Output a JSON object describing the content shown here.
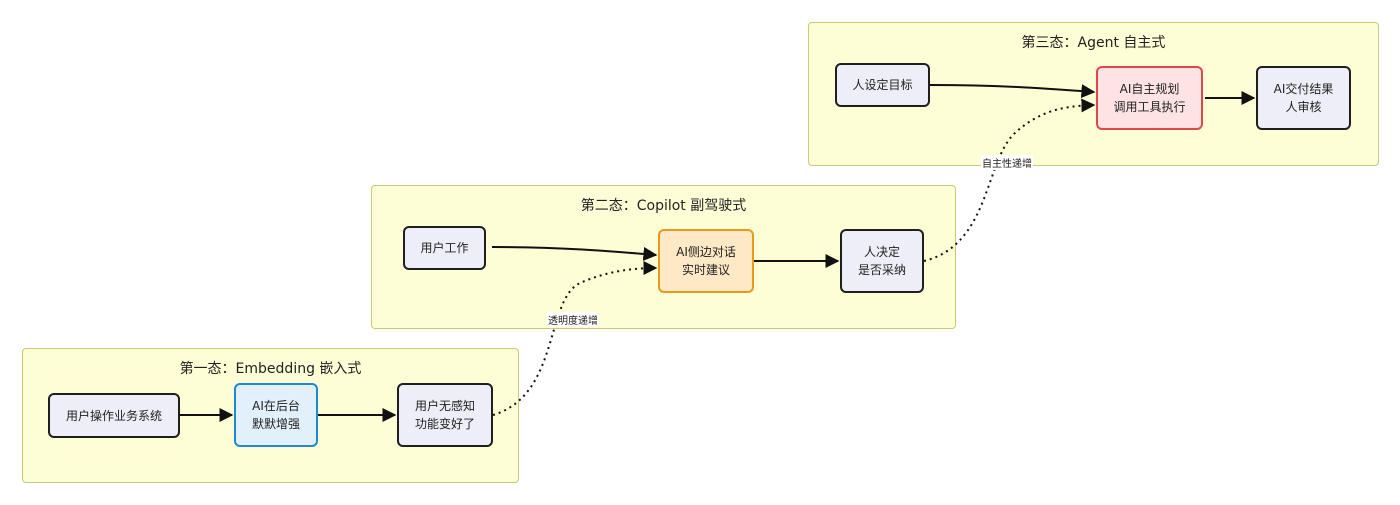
{
  "groups": {
    "g3": {
      "title": "第三态：Agent 自主式"
    },
    "g2": {
      "title": "第二态：Copilot 副驾驶式"
    },
    "g1": {
      "title": "第一态：Embedding 嵌入式"
    }
  },
  "nodes": {
    "g3_goal": {
      "lines": [
        "人设定目标"
      ]
    },
    "g3_plan": {
      "lines": [
        "AI自主规划",
        "调用工具执行"
      ]
    },
    "g3_deliver": {
      "lines": [
        "AI交付结果",
        "人审核"
      ]
    },
    "g2_work": {
      "lines": [
        "用户工作"
      ]
    },
    "g2_chat": {
      "lines": [
        "AI侧边对话",
        "实时建议"
      ]
    },
    "g2_decide": {
      "lines": [
        "人决定",
        "是否采纳"
      ]
    },
    "g1_operate": {
      "lines": [
        "用户操作业务系统"
      ]
    },
    "g1_enhance": {
      "lines": [
        "AI在后台",
        "默默增强"
      ]
    },
    "g1_unaware": {
      "lines": [
        "用户无感知",
        "功能变好了"
      ]
    }
  },
  "edge_labels": {
    "transparency": "透明度递增",
    "autonomy": "自主性递增"
  },
  "colors": {
    "group_fill": "#fdfdd6",
    "group_border": "#c9c977",
    "node_default_fill": "#eeeef8",
    "blue_accent": "#1f8ad0",
    "orange_accent": "#e89a1c",
    "red_accent": "#e04848"
  }
}
